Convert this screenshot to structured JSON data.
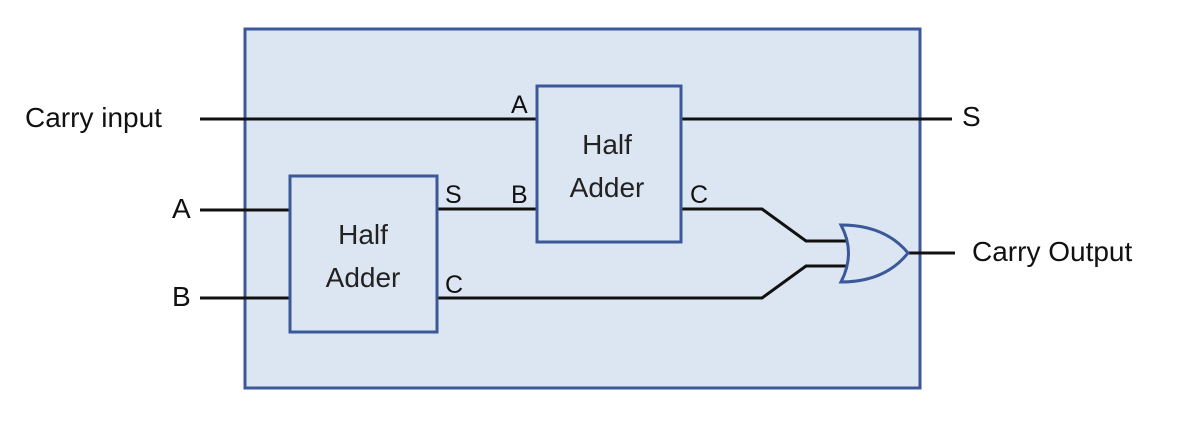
{
  "inputs": {
    "carry_input": "Carry input",
    "a": "A",
    "b": "B"
  },
  "outputs": {
    "s": "S",
    "carry_output": "Carry Output"
  },
  "half_adder_1": {
    "line1": "Half",
    "line2": "Adder",
    "port_s": "S",
    "port_c": "C"
  },
  "half_adder_2": {
    "line1": "Half",
    "line2": "Adder",
    "port_a": "A",
    "port_b": "B",
    "port_c": "C"
  },
  "colors": {
    "box_fill": "#dce6f2",
    "box_stroke": "#3b5998",
    "wire": "#111111"
  },
  "gate_type": "OR"
}
